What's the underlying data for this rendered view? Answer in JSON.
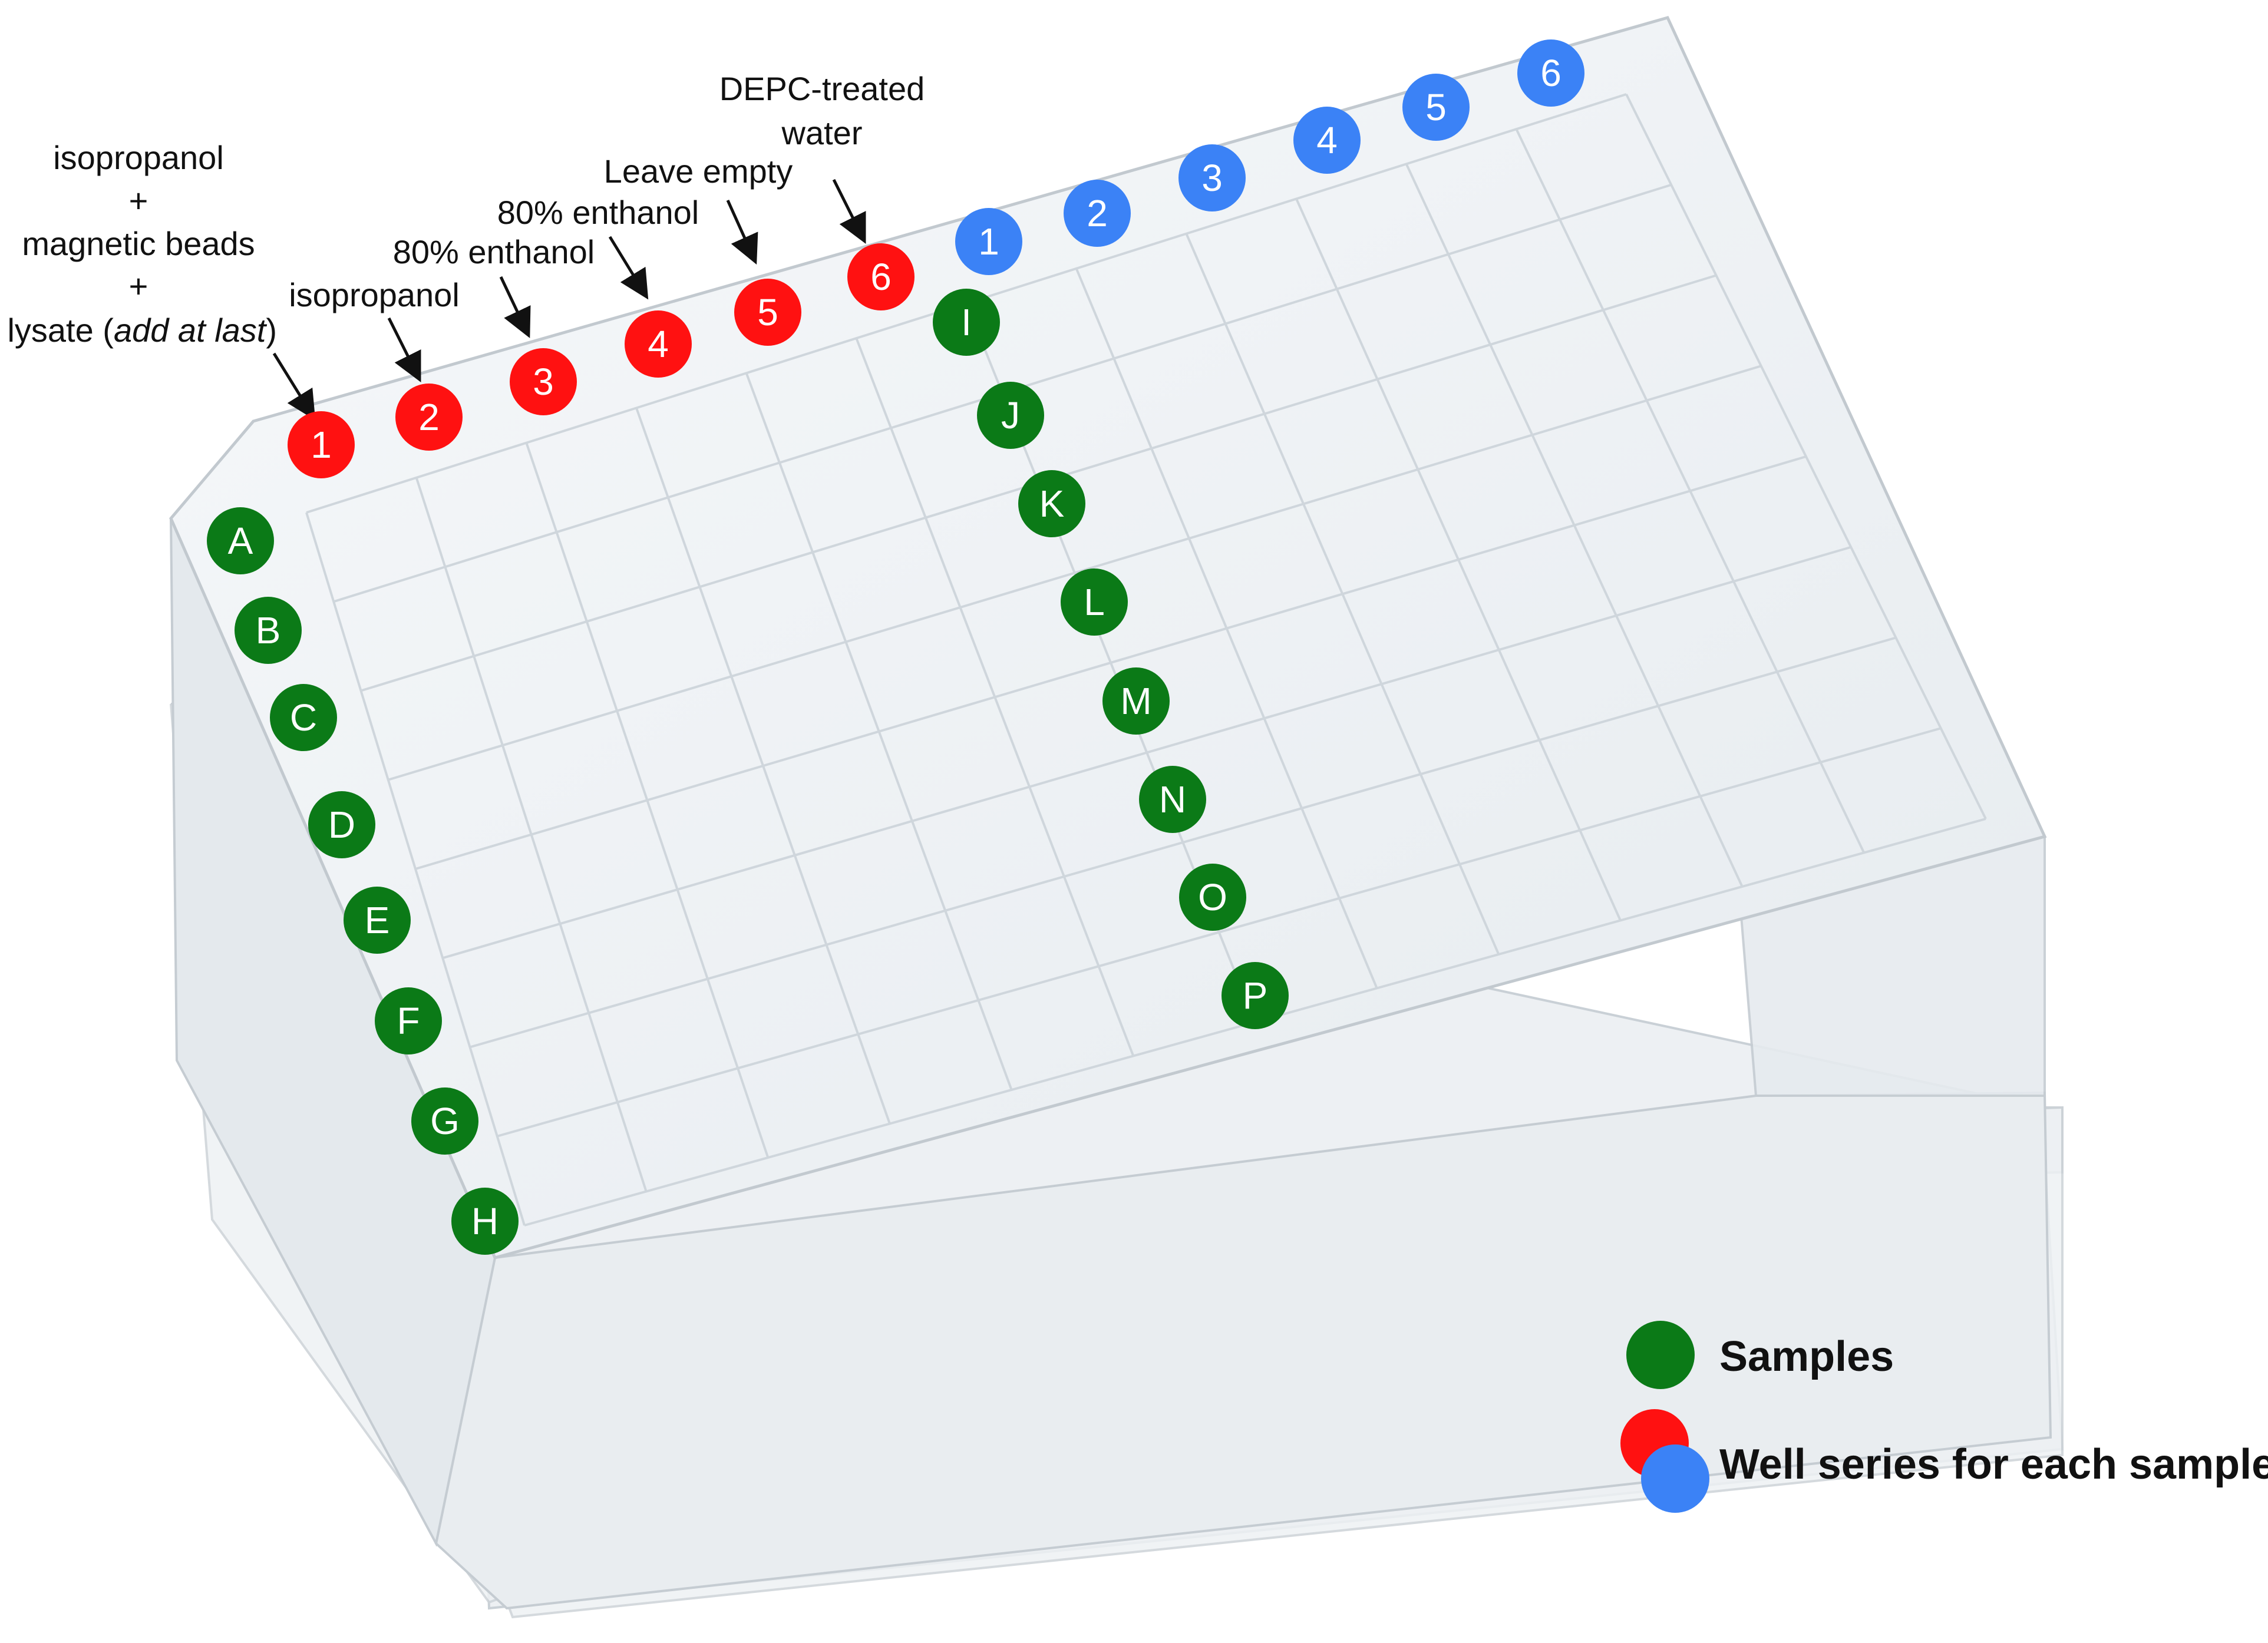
{
  "colors": {
    "sample": "#0b7a17",
    "series_red": "#ff1111",
    "series_blue": "#3b82f6",
    "text": "#111111"
  },
  "samples_left": [
    "A",
    "B",
    "C",
    "D",
    "E",
    "F",
    "G",
    "H"
  ],
  "samples_right": [
    "I",
    "J",
    "K",
    "L",
    "M",
    "N",
    "O",
    "P"
  ],
  "series_red": [
    "1",
    "2",
    "3",
    "4",
    "5",
    "6"
  ],
  "series_blue": [
    "1",
    "2",
    "3",
    "4",
    "5",
    "6"
  ],
  "notes": {
    "n1": {
      "line1": "isopropanol",
      "line2": "+",
      "line3": "magnetic beads",
      "line4": "+",
      "line5_pre": "lysate (",
      "line5_it": "add at last",
      "line5_post": ")"
    },
    "n2": "isopropanol",
    "n3": "80% enthanol",
    "n4": "80% enthanol",
    "n5": "Leave empty",
    "n6": {
      "line1": "DEPC-treated",
      "line2": "water"
    }
  },
  "legend": {
    "samples": "Samples",
    "series": "Well series for each sample"
  }
}
